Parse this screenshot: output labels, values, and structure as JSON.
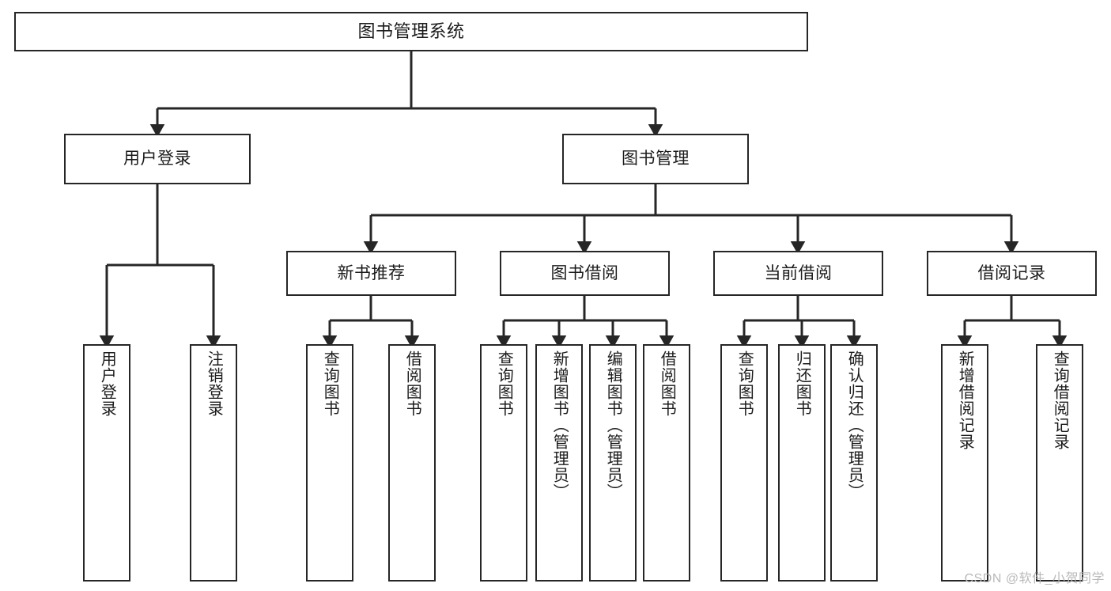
{
  "diagram": {
    "title": "图书管理系统",
    "type": "tree-hierarchy-chart",
    "colors": {
      "box_border": "#262626",
      "box_fill": "#ffffff",
      "edge": "#262626",
      "text": "#1b1b1b",
      "watermark": "#b9b9b9"
    },
    "root": {
      "label": "图书管理系统"
    },
    "level2": [
      {
        "label": "用户登录"
      },
      {
        "label": "图书管理"
      }
    ],
    "level3": [
      {
        "label": "新书推荐"
      },
      {
        "label": "图书借阅"
      },
      {
        "label": "当前借阅"
      },
      {
        "label": "借阅记录"
      }
    ],
    "leaves": {
      "user_login": [
        {
          "label": "用户登录"
        },
        {
          "label": "注销登录"
        }
      ],
      "new_book_recommend": [
        {
          "label": "查询图书"
        },
        {
          "label": "借阅图书"
        }
      ],
      "book_borrow": [
        {
          "label": "查询图书"
        },
        {
          "label": "新增图书（管理员）"
        },
        {
          "label": "编辑图书（管理员）"
        },
        {
          "label": "借阅图书"
        }
      ],
      "current_borrow": [
        {
          "label": "查询图书"
        },
        {
          "label": "归还图书"
        },
        {
          "label": "确认归还（管理员）"
        }
      ],
      "borrow_record": [
        {
          "label": "新增借阅记录"
        },
        {
          "label": "查询借阅记录"
        }
      ]
    }
  },
  "watermark": {
    "text": "CSDN @软件_小贺同学"
  }
}
